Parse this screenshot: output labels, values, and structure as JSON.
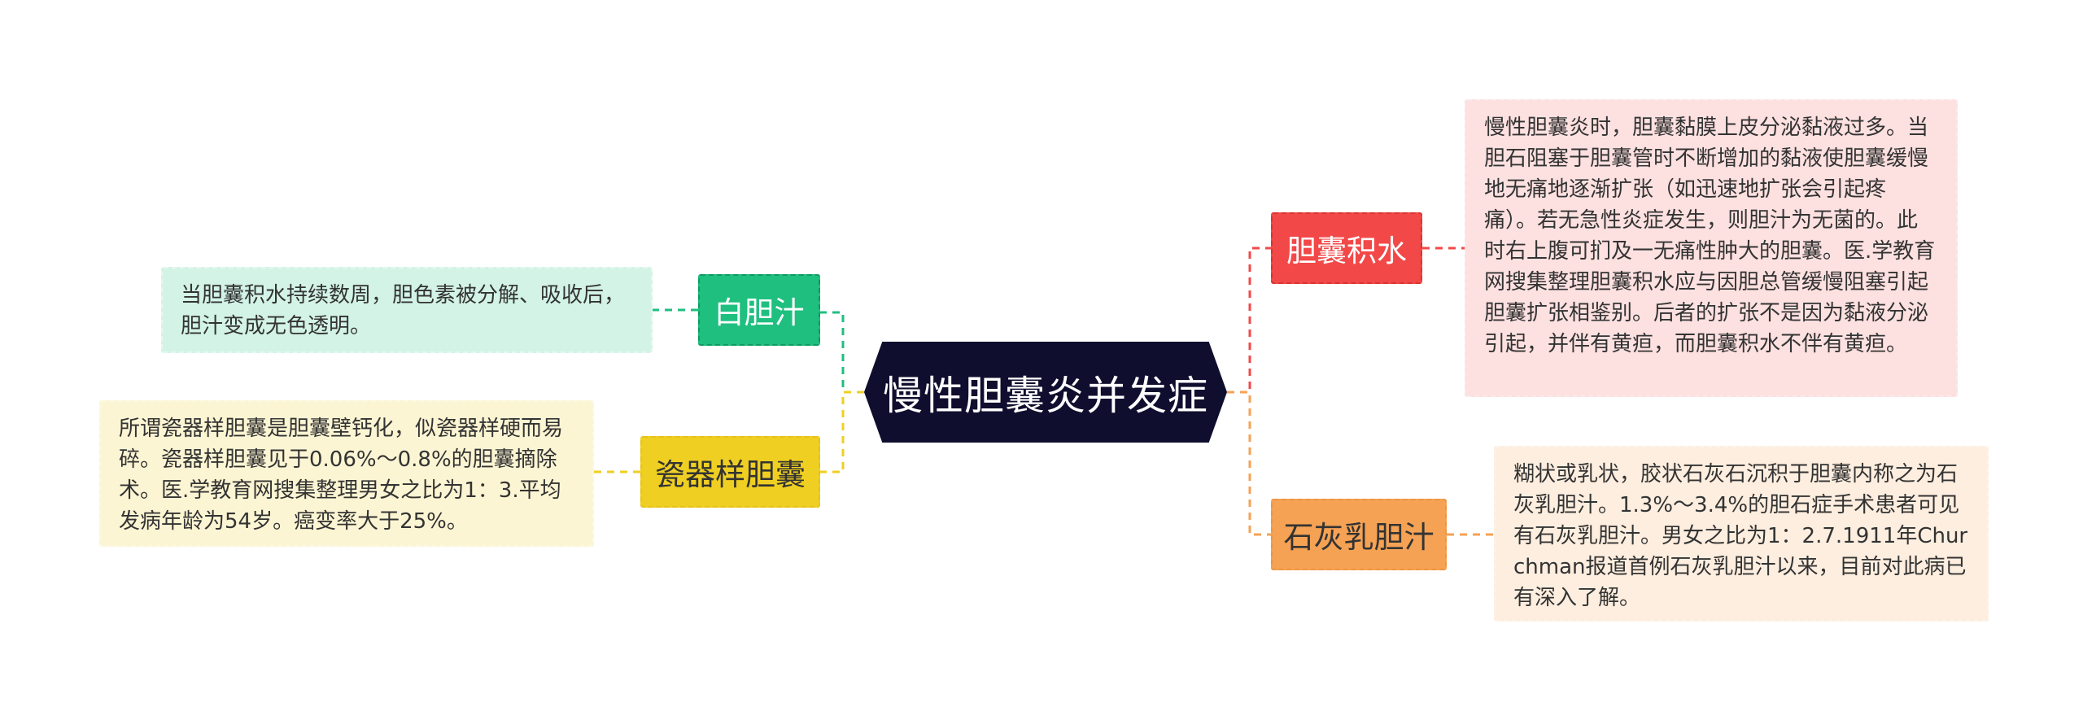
{
  "central_topic": "慢性胆囊炎并发症",
  "branches": {
    "white_bile": {
      "title": "白胆汁",
      "note": "当胆囊积水持续数周，胆色素被分解、吸收后，胆汁变成无色透明。",
      "color": "#1fbf7f",
      "note_bg": "#d3f3e7"
    },
    "porcelain": {
      "title": "瓷器样胆囊",
      "note": "所谓瓷器样胆囊是胆囊壁钙化，似瓷器样硬而易碎。瓷器样胆囊见于0.06%～0.8%的胆囊摘除术。医.学教育网搜集整理男女之比为1：3.平均发病年龄为54岁。癌变率大于25%。",
      "color": "#efcf22",
      "note_bg": "#fcf5d3"
    },
    "hydrops": {
      "title": "胆囊积水",
      "note": "慢性胆囊炎时，胆囊黏膜上皮分泌黏液过多。当胆石阻塞于胆囊管时不断增加的黏液使胆囊缓慢地无痛地逐渐扩张（如迅速地扩张会引起疼痛）。若无急性炎症发生，则胆汁为无菌的。此时右上腹可扪及一无痛性肿大的胆囊。医.学教育网搜集整理胆囊积水应与因胆总管缓慢阻塞引起胆囊扩张相鉴别。后者的扩张不是因为黏液分泌引起，并伴有黄疸，而胆囊积水不伴有黄疸。",
      "color": "#f24848",
      "note_bg": "#fde0e0"
    },
    "milk_of_calcium": {
      "title": "石灰乳胆汁",
      "note": "糊状或乳状，胶状石灰石沉积于胆囊内称之为石灰乳胆汁。1.3%～3.4%的胆石症手术患者可见有石灰乳胆汁。男女之比为1：2.7.1911年Churchman报道首例石灰乳胆汁以来，目前对此病已有深入了解。",
      "color": "#f5a254",
      "note_bg": "#fdeedf"
    }
  }
}
